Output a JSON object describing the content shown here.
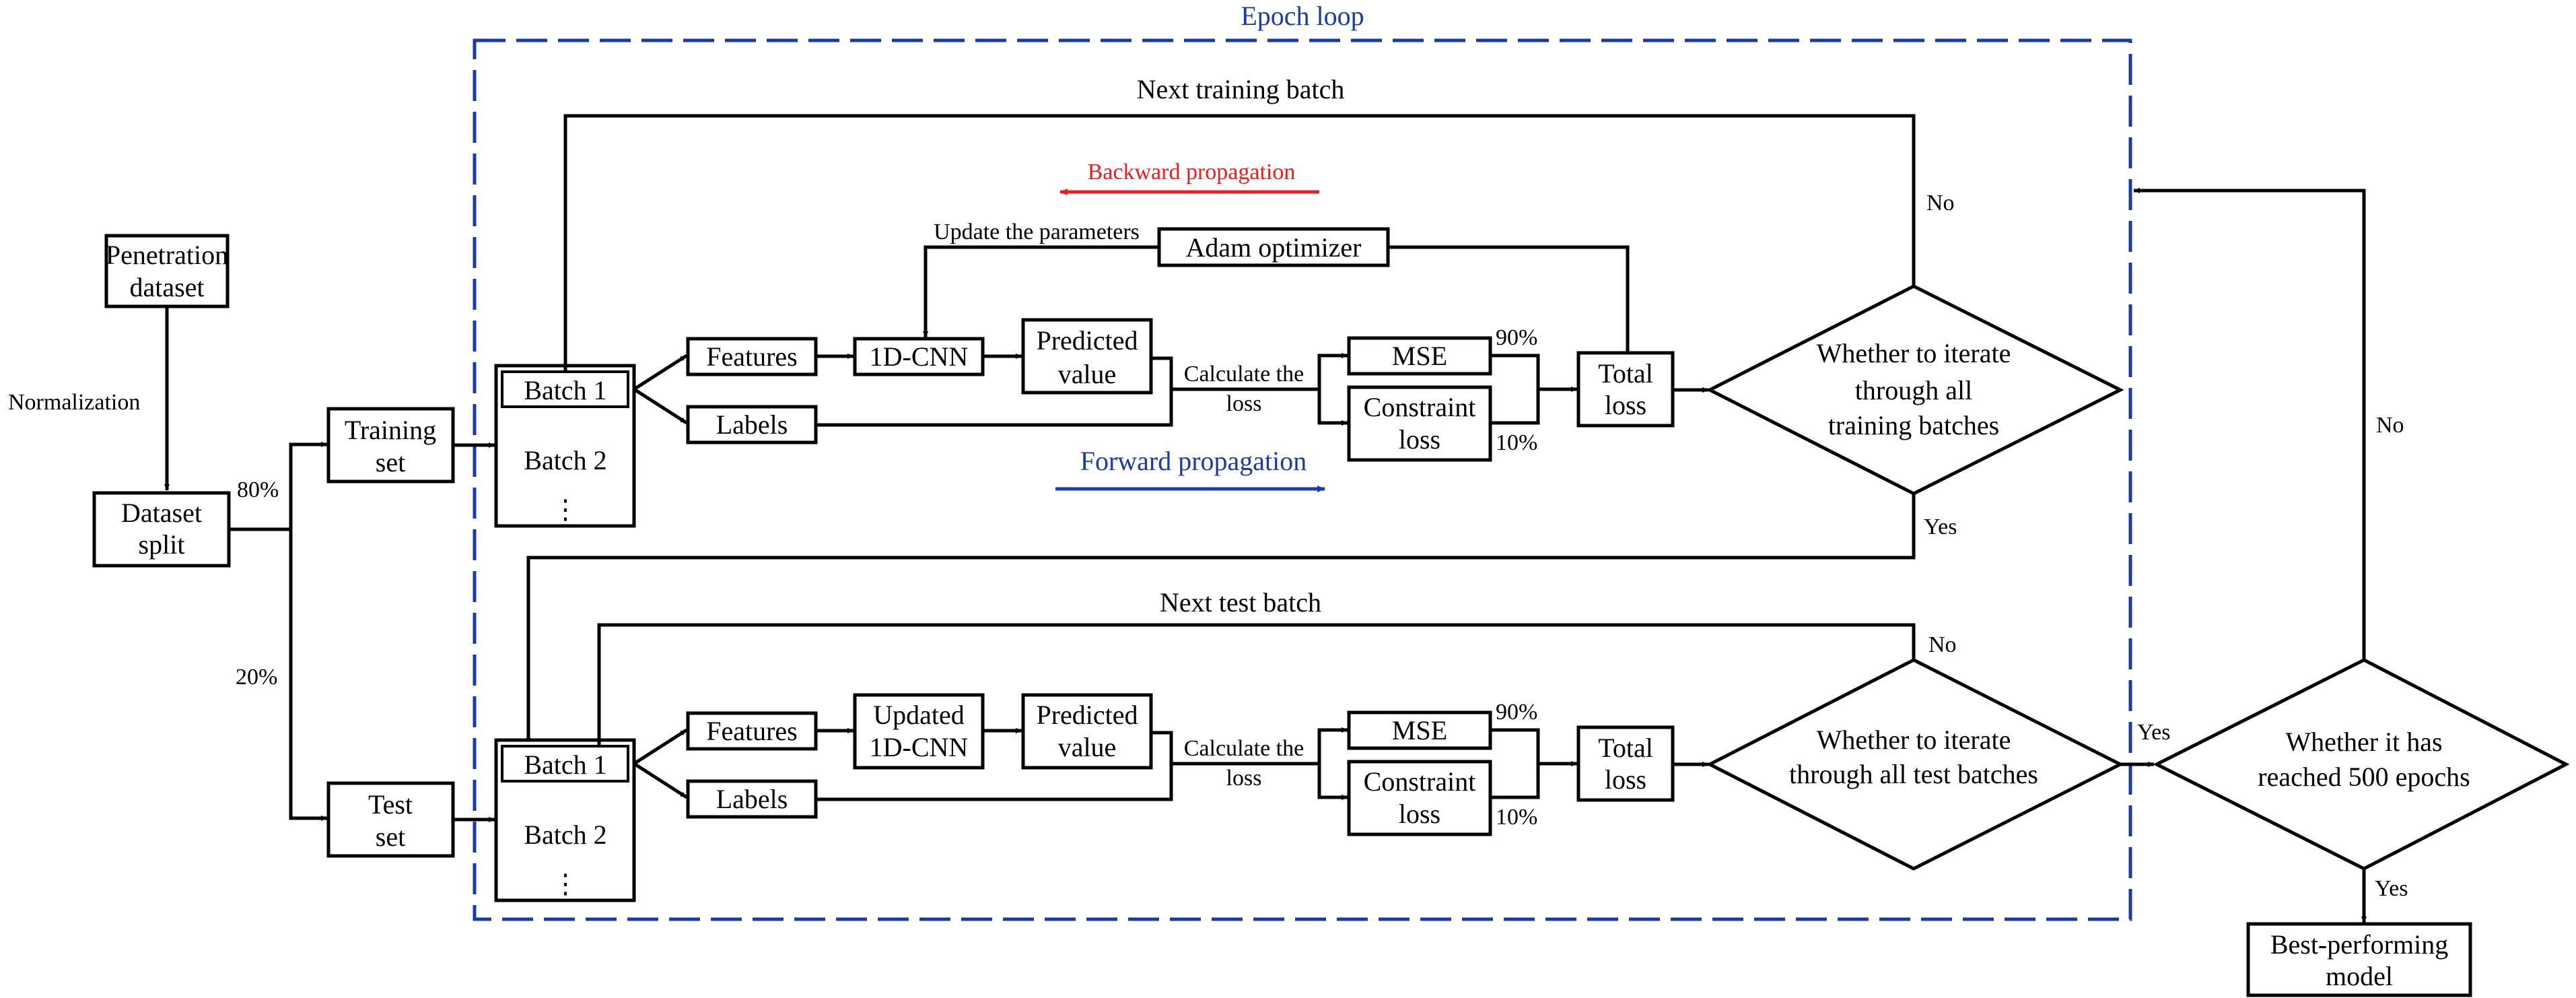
{
  "epoch_loop_label": "Epoch loop",
  "penetration_dataset": [
    "Penetration",
    "dataset"
  ],
  "normalization": "Normalization",
  "dataset_split": [
    "Dataset",
    "split"
  ],
  "pct_80": "80%",
  "pct_20": "20%",
  "training_set": [
    "Training",
    "set"
  ],
  "test_set": [
    "Test",
    "set"
  ],
  "batch1": "Batch 1",
  "batch2": "Batch 2",
  "vdots": "⋮",
  "features": "Features",
  "labels": "Labels",
  "cnn": "1D-CNN",
  "updated_cnn": [
    "Updated",
    "1D-CNN"
  ],
  "predicted_value": [
    "Predicted",
    "value"
  ],
  "calculate_loss": [
    "Calculate the",
    "loss"
  ],
  "mse": "MSE",
  "constraint_loss": [
    "Constraint",
    "loss"
  ],
  "pct_90": "90%",
  "pct_10": "10%",
  "total_loss": [
    "Total",
    "loss"
  ],
  "adam_optimizer": "Adam optimizer",
  "update_parameters": "Update the parameters",
  "backward_propagation": "Backward propagation",
  "forward_propagation": "Forward propagation",
  "next_training_batch": "Next training batch",
  "next_test_batch": "Next test batch",
  "decision_train": [
    "Whether to iterate",
    "through all",
    "training batches"
  ],
  "decision_test": [
    "Whether to iterate",
    "through all test batches"
  ],
  "decision_epoch": [
    "Whether it has",
    "reached 500 epochs"
  ],
  "no": "No",
  "yes": "Yes",
  "best_model": [
    "Best-performing",
    "model"
  ],
  "colors": {
    "epoch_loop": "#1a3aa8",
    "backward": "#ee1c1c",
    "forward": "#1a3aa8"
  }
}
